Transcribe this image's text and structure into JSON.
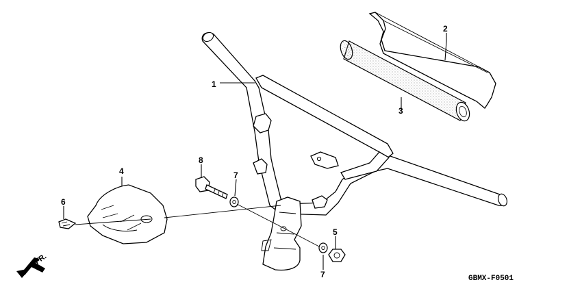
{
  "diagram": {
    "callouts": [
      {
        "id": "c1",
        "label": "1"
      },
      {
        "id": "c2",
        "label": "2"
      },
      {
        "id": "c3",
        "label": "3"
      },
      {
        "id": "c4",
        "label": "4"
      },
      {
        "id": "c5",
        "label": "5"
      },
      {
        "id": "c6",
        "label": "6"
      },
      {
        "id": "c7a",
        "label": "7"
      },
      {
        "id": "c7b",
        "label": "7"
      },
      {
        "id": "c8",
        "label": "8"
      }
    ],
    "front_indicator": "FR.",
    "figure_code": "GBMX-F0501",
    "colors": {
      "ink": "#000000",
      "paper": "#ffffff",
      "foam_dot": "#6e6e6e"
    },
    "icons": [
      "front-direction-arrow-icon"
    ]
  }
}
